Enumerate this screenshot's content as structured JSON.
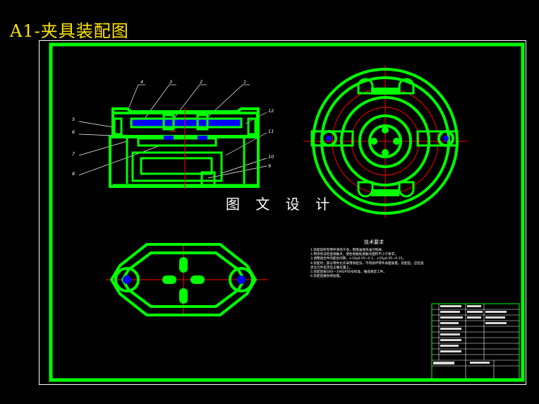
{
  "header": {
    "title": "A1-夹具装配图"
  },
  "watermark": "图 文 设 计",
  "part_labels": [
    "1",
    "2",
    "3",
    "4",
    "5",
    "6",
    "7",
    "8",
    "9",
    "10",
    "11",
    "12"
  ],
  "technical_requirements": {
    "title": "技术要求",
    "lines": [
      "1.装配前所有零件清洗干净，用煤油清洗油污铁屑。",
      "2.用涂色法检查接触点，使各接触处接触点面积不小于要求。",
      "3.调整组合件的配合间隙，±10μ0.05~0.1，±25μ0.05~0.15。",
      "4.装配时，部分零件允许采用修配法，不得损坏零件表面质量，装配后，应检查定位元件是否在正确位置上。",
      "5.装配后按GB5—1992P50号标准，做成规定工件。",
      "6.装配后做防锈处理。"
    ]
  },
  "colors": {
    "background": "#000000",
    "outline": "#00ff00",
    "axis": "#ff0000",
    "centerline": "#ff0000",
    "hole": "#0000ff",
    "title_text": "#ffe500",
    "label_text": "#ffffff"
  }
}
